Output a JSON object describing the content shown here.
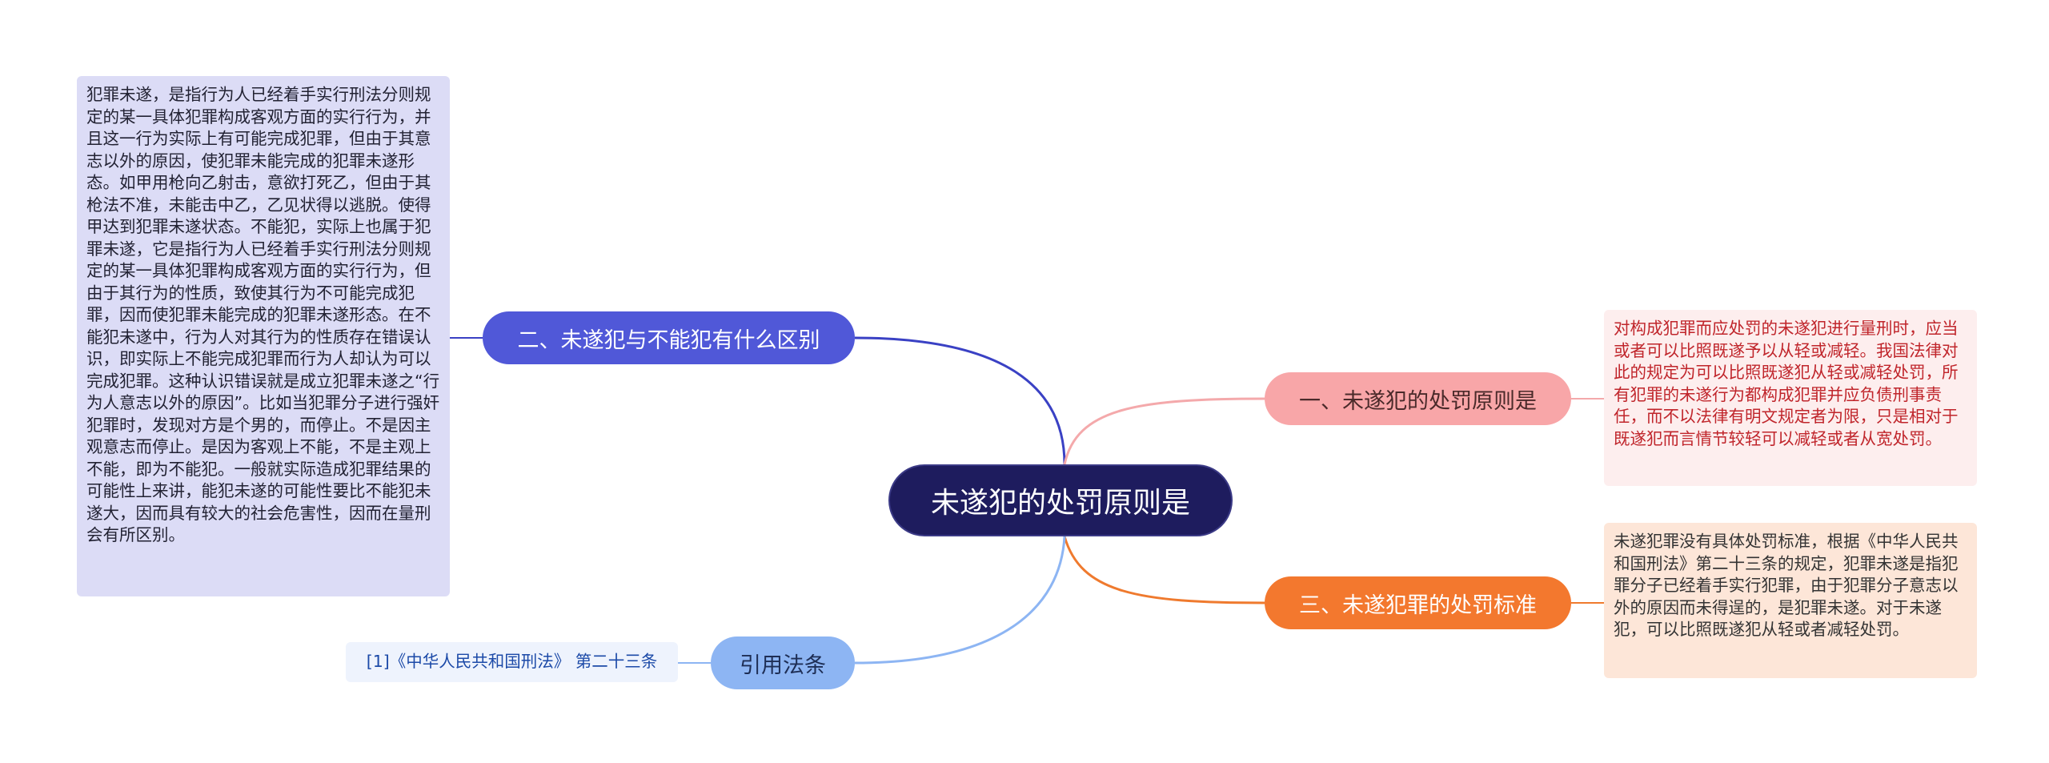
{
  "root": {
    "label": "未遂犯的处罚原则是"
  },
  "branches": {
    "difference": {
      "label": "二、未遂犯与不能犯有什么区别",
      "detail": "犯罪未遂，是指行为人已经着手实行刑法分则规定的某一具体犯罪构成客观方面的实行行为，并且这一行为实际上有可能完成犯罪，但由于其意志以外的原因，使犯罪未能完成的犯罪未遂形态。如甲用枪向乙射击，意欲打死乙，但由于其枪法不准，未能击中乙，乙见状得以逃脱。使得甲达到犯罪未遂状态。不能犯，实际上也属于犯罪未遂，它是指行为人已经着手实行刑法分则规定的某一具体犯罪构成客观方面的实行行为，但由于其行为的性质，致使其行为不可能完成犯罪，因而使犯罪未能完成的犯罪未遂形态。在不能犯未遂中，行为人对其行为的性质存在错误认识，即实际上不能完成犯罪而行为人却认为可以完成犯罪。这种认识错误就是成立犯罪未遂之“行为人意志以外的原因”。比如当犯罪分子进行强奸犯罪时，发现对方是个男的，而停止。不是因主观意志而停止。是因为客观上不能，不是主观上不能，即为不能犯。一般就实际造成犯罪结果的可能性上来讲，能犯未遂的可能性要比不能犯未遂大，因而具有较大的社会危害性，因而在量刑会有所区别。"
    },
    "principle": {
      "label": "一、未遂犯的处罚原则是",
      "detail": "对构成犯罪而应处罚的未遂犯进行量刑时，应当或者可以比照既遂予以从轻或减轻。我国法律对此的规定为可以比照既遂犯从轻或减轻处罚，所有犯罪的未遂行为都构成犯罪并应负债刑事责任，而不以法律有明文规定者为限，只是相对于既遂犯而言情节较轻可以减轻或者从宽处罚。"
    },
    "standard": {
      "label": "三、未遂犯罪的处罚标准",
      "detail": "未遂犯罪没有具体处罚标准，根据《中华人民共和国刑法》第二十三条的规定，犯罪未遂是指犯罪分子已经着手实行犯罪，由于犯罪分子意志以外的原因而未得逞的，是犯罪未遂。对于未遂犯，可以比照既遂犯从轻或者减轻处罚。"
    },
    "citation": {
      "label": "引用法条",
      "detail": "[1]《中华人民共和国刑法》 第二十三条"
    }
  },
  "colors": {
    "root": "#1e1c5e",
    "difference": "#5058d8",
    "principle": "#f8a6a8",
    "standard": "#f3782e",
    "citation": "#8db5f3"
  }
}
